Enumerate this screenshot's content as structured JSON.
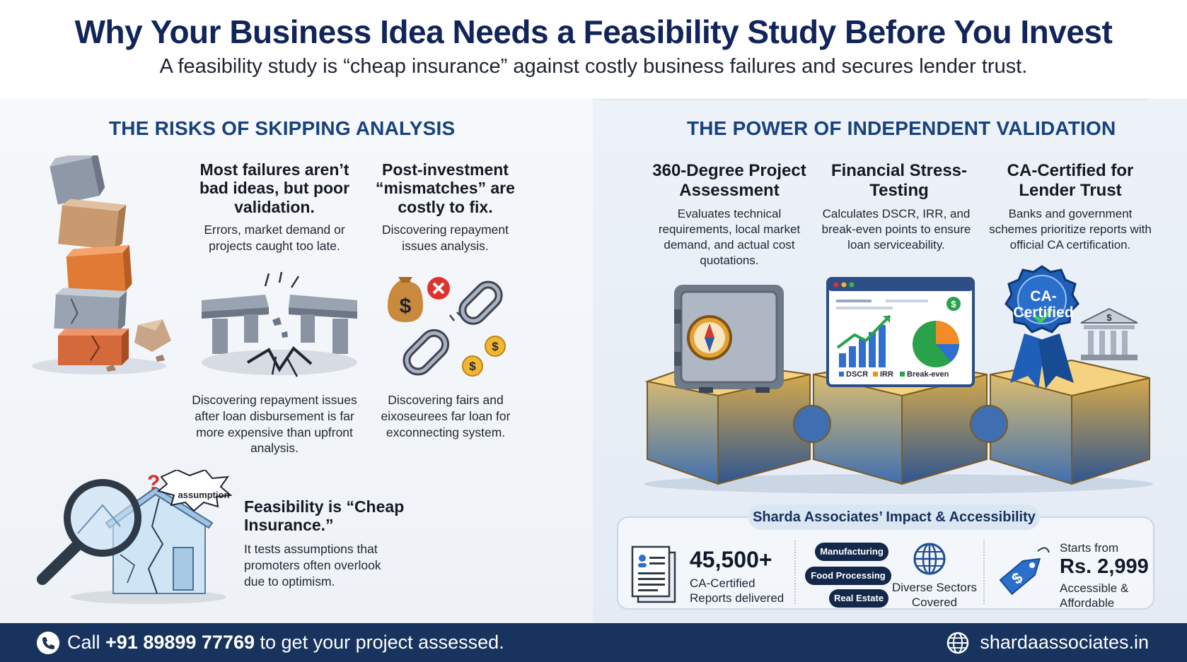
{
  "header": {
    "title": "Why Your Business Idea Needs a Feasibility Study Before You Invest",
    "subtitle": "A feasibility study is “cheap insurance” against costly business failures and secures lender trust."
  },
  "risks": {
    "section_title": "THE RISKS OF SKIPPING ANALYSIS",
    "failures_head": "Most failures aren’t bad ideas, but poor validation.",
    "failures_body": "Errors, market demand or projects caught too late.",
    "mismatch_head": "Post-investment “mismatches” are costly to fix.",
    "mismatch_body": "Discovering repayment issues analysis.",
    "bridge_body": "Discovering repayment issues after loan disbursement is far more expensive than upfront analysis.",
    "chain_body": "Discovering fairs and eixoseurees far loan for exconnecting system.",
    "assumption_label": "assumption",
    "insurance_head": "Feasibility is “Cheap Insurance.”",
    "insurance_body": "It tests assumptions that promoters often overlook due to optimism."
  },
  "validation": {
    "section_title": "THE POWER OF INDEPENDENT VALIDATION",
    "col1_head": "360-Degree Project Assessment",
    "col1_body": "Evaluates technical requirements, local market demand, and actual cost quotations.",
    "col2_head": "Financial Stress-Testing",
    "col2_body": "Calculates DSCR, IRR, and break-even points to ensure loan serviceability.",
    "col3_head": "CA-Certified for Lender Trust",
    "col3_body": "Banks and government schemes prioritize reports with official CA certification.",
    "chart_legend": [
      "DSCR",
      "IRR",
      "Break-even"
    ],
    "dollar_sign": "$",
    "seal_text": "CA-Certified"
  },
  "impact": {
    "title": "Sharda Associates’ Impact & Accessibility",
    "reports_num": "45,500+",
    "reports_label": "CA-Certified Reports delivered",
    "sectors": [
      "Manufacturing",
      "Food Processing",
      "Real Estate"
    ],
    "sectors_label": "Diverse Sectors Covered",
    "price_prefix": "Starts from",
    "price": "Rs. 2,999",
    "price_label": "Accessible & Affordable"
  },
  "footer": {
    "call_prefix": "Call",
    "phone": "+91 89899 77769",
    "call_suffix": "to get your project assessed.",
    "website": "shardaassociates.in"
  },
  "colors": {
    "navy": "#12255a",
    "section_blue": "#18427d",
    "footer_bg": "#17335e",
    "puzzle_gold": "#e2b24a",
    "seal_blue": "#1f5fb8",
    "orange": "#e07a35",
    "red_x": "#e0322d"
  }
}
